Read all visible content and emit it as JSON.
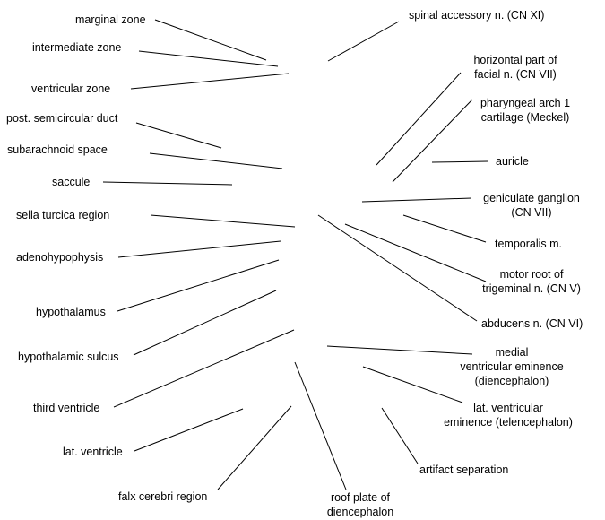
{
  "labels": {
    "marginal_zone": "marginal zone",
    "intermediate_zone": "intermediate zone",
    "ventricular_zone": "ventricular zone",
    "post_semicircular_duct": "post. semicircular duct",
    "subarachnoid_space": "subarachnoid space",
    "saccule": "saccule",
    "sella_turcica_region": "sella turcica region",
    "adenohypophysis": "adenohypophysis",
    "hypothalamus": "hypothalamus",
    "hypothalamic_sulcus": "hypothalamic sulcus",
    "third_ventricle": "third ventricle",
    "lat_ventricle": "lat. ventricle",
    "falx_cerebri_region": "falx cerebri region",
    "roof_plate": {
      "line1": "roof plate of",
      "line2": "diencephalon"
    },
    "spinal_accessory": "spinal accessory n. (CN XI)",
    "horizontal_facial": {
      "line1": "horizontal part of",
      "line2": "facial n. (CN VII)"
    },
    "pharyngeal_arch": {
      "line1": "pharyngeal arch 1",
      "line2": "cartilage (Meckel)"
    },
    "auricle": "auricle",
    "geniculate_ganglion": {
      "line1": "geniculate ganglion",
      "line2": "(CN VII)"
    },
    "temporalis": "temporalis m.",
    "motor_root_trigeminal": {
      "line1": "motor root of",
      "line2": "trigeminal n. (CN V)"
    },
    "abducens": "abducens n. (CN VI)",
    "medial_ventricular_eminence": {
      "line1": "medial",
      "line2": "ventricular eminence",
      "line3": "(diencephalon)"
    },
    "lat_ventricular_eminence": {
      "line1": "lat. ventricular",
      "line2": "eminence (telencephalon)"
    },
    "artifact_separation": "artifact separation"
  }
}
